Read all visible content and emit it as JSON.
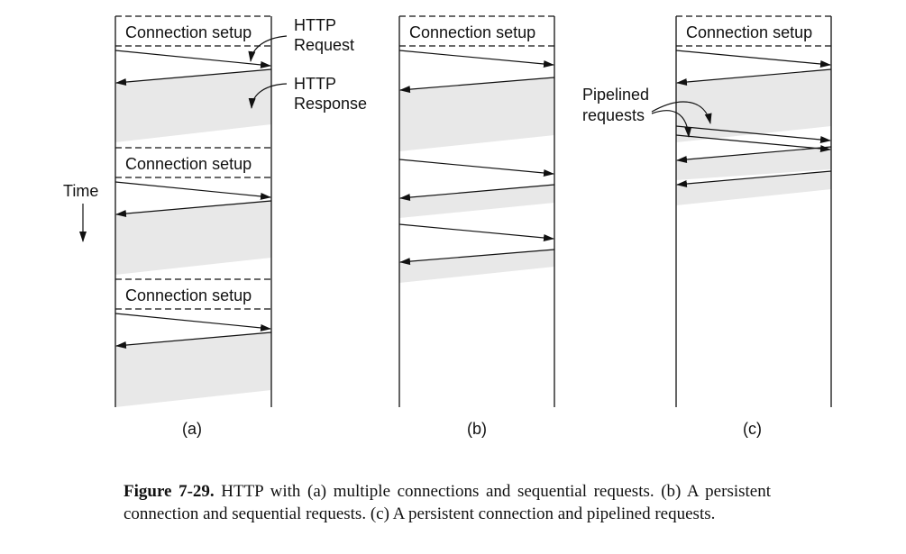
{
  "labels": {
    "connection_setup": "Connection setup",
    "http_request": [
      "HTTP",
      "Request"
    ],
    "http_response": [
      "HTTP",
      "Response"
    ],
    "time": "Time",
    "pipelined_requests": [
      "Pipelined",
      "requests"
    ]
  },
  "panels": [
    {
      "id": "a",
      "label": "(a)",
      "setups": 3,
      "exchanges": 3
    },
    {
      "id": "b",
      "label": "(b)",
      "setups": 1,
      "exchanges": 3
    },
    {
      "id": "c",
      "label": "(c)",
      "setups": 1,
      "exchanges": 3,
      "pipelined": true
    }
  ],
  "caption": {
    "label": "Figure 7-29.",
    "text": " HTTP with (a) multiple connections and sequential requests. (b) A persistent connection and sequential requests. (c) A persistent connection and pipelined requests."
  },
  "colors": {
    "line": "#111111",
    "shade": "#e8e8e8"
  }
}
